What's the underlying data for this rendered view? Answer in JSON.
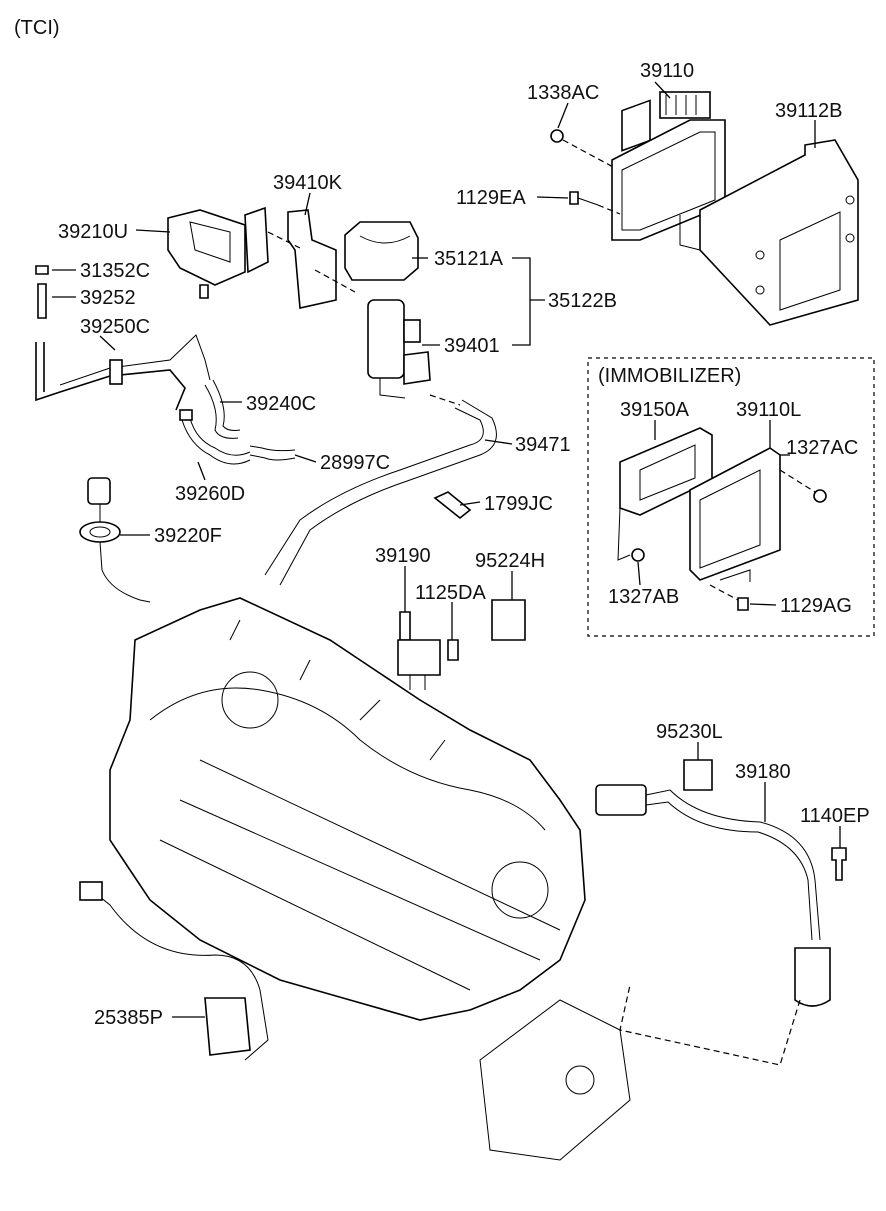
{
  "header": {
    "variant": "(TCI)"
  },
  "immobilizer": {
    "title": "(IMMOBILIZER)"
  },
  "labels": {
    "p1338AC": "1338AC",
    "p39110": "39110",
    "p39112B": "39112B",
    "p1129EA": "1129EA",
    "p39410K": "39410K",
    "p39210U": "39210U",
    "p35121A": "35121A",
    "p31352C": "31352C",
    "p39252": "39252",
    "p35122B": "35122B",
    "p39250C": "39250C",
    "p39401": "39401",
    "p39240C": "39240C",
    "p39471": "39471",
    "p28997C": "28997C",
    "p39260D": "39260D",
    "p1799JC": "1799JC",
    "p39220F": "39220F",
    "p39190": "39190",
    "p95224H": "95224H",
    "p1125DA": "1125DA",
    "p39150A": "39150A",
    "p39110L": "39110L",
    "p1327AC": "1327AC",
    "p1327AB": "1327AB",
    "p1129AG": "1129AG",
    "p95230L": "95230L",
    "p39180": "39180",
    "p1140EP": "1140EP",
    "p25385P": "25385P"
  }
}
